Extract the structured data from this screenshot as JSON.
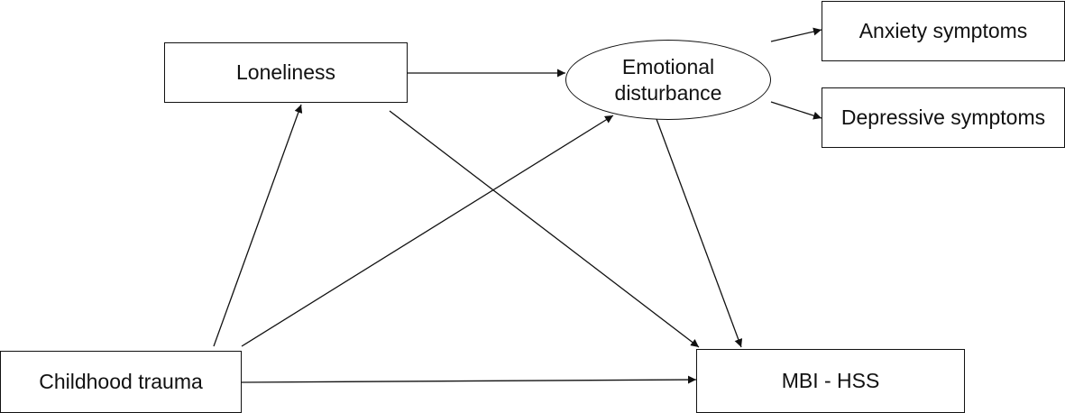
{
  "nodes": {
    "loneliness": "Loneliness",
    "emotional_disturbance": "Emotional disturbance",
    "anxiety": "Anxiety symptoms",
    "depressive": "Depressive symptoms",
    "childhood_trauma": "Childhood trauma",
    "mbi_hss": "MBI - HSS"
  },
  "edges": [
    {
      "from": "childhood_trauma",
      "to": "loneliness"
    },
    {
      "from": "childhood_trauma",
      "to": "emotional_disturbance"
    },
    {
      "from": "childhood_trauma",
      "to": "mbi_hss"
    },
    {
      "from": "loneliness",
      "to": "emotional_disturbance"
    },
    {
      "from": "loneliness",
      "to": "mbi_hss"
    },
    {
      "from": "emotional_disturbance",
      "to": "mbi_hss"
    },
    {
      "from": "emotional_disturbance",
      "to": "anxiety"
    },
    {
      "from": "emotional_disturbance",
      "to": "depressive"
    }
  ]
}
